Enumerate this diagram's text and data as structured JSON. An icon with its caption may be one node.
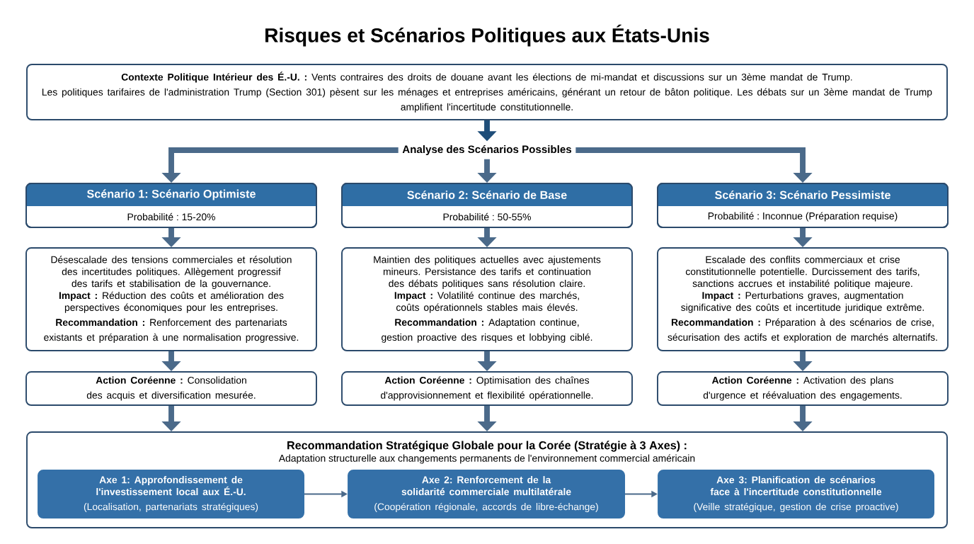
{
  "diagram": {
    "title": "Risques et Scénarios Politiques aux États-Unis",
    "nodes": [
      {
        "text": [
          "**Contexte Politique Intérieur des É.-U. :** Vents contraires des droits de douane avant les élections de mi-mandat et discussions sur un 3ème mandat de Trump.",
          "Les politiques tarifaires de l'administration Trump (Section 301) pèsent sur les ménages et entreprises américains, générant un retour de bâton politique. Les débats sur un 3ème mandat de Trump amplifient l'incertitude constitutionnelle."
        ]
      },
      {
        "text": [
          "Analyse des Scénarios Possibles"
        ]
      },
      {
        "text": [
          "Scénario 1: Scénario Optimiste",
          "Probabilité : 15-20%"
        ]
      },
      {
        "text": [
          "Désescalade des tensions commerciales et résolution des incertitudes politiques. Allègement progressif des tarifs et stabilisation de la gouvernance.",
          "**Impact :** Réduction des coûts et amélioration des perspectives économiques pour les entreprises.",
          "**Recommandation :** Renforcement des partenariats existants et préparation à une normalisation progressive."
        ]
      },
      {
        "text": [
          "**Action Coréenne :** Consolidation des acquis et diversification mesurée."
        ]
      },
      {
        "text": [
          "Scénario 2: Scénario de Base",
          "Probabilité : 50-55%"
        ]
      },
      {
        "text": [
          "Maintien des politiques actuelles avec ajustements mineurs. Persistance des tarifs et continuation des débats politiques sans résolution claire.",
          "**Impact :** Volatilité continue des marchés, coûts opérationnels stables mais élevés.",
          "**Recommandation :** Adaptation continue, gestion proactive des risques et lobbying ciblé."
        ]
      },
      {
        "text": [
          "**Action Coréenne :** Optimisation des chaînes d'approvisionnement et flexibilité opérationnelle."
        ]
      },
      {
        "text": [
          "Scénario 3: Scénario Pessimiste",
          "Probabilité : Inconnue (Préparation requise)"
        ]
      },
      {
        "text": [
          "Escalade des conflits commerciaux et crise constitutionnelle potentielle. Durcissement des tarifs, sanctions accrues et instabilité politique majeure.",
          "**Impact :** Perturbations graves, augmentation significative des coûts et incertitude juridique extrême.",
          "**Recommandation :** Préparation à des scénarios de crise, sécurisation des actifs et exploration de marchés alternatifs."
        ]
      },
      {
        "text": [
          "**Action Coréenne :** Activation des plans d'urgence et réévaluation des engagements."
        ]
      },
      {
        "text": [
          "Recommandation Stratégique Globale pour la Corée (Stratégie à 3 Axes) :",
          "Adaptation structurelle aux changements permanents de l'environnement commercial américain"
        ]
      },
      {
        "text": [
          "Axe 1: Approfondissement de l'investissement local aux É.-U.",
          "(Localisation, partenariats stratégiques)"
        ],
        "in": 11
      },
      {
        "text": [
          "Axe 2: Renforcement de la solidarité commerciale multilatérale",
          "(Coopération régionale, accords de libre-échange)"
        ],
        "in": 11
      },
      {
        "text": [
          "Axe 3: Planification de scénarios face à l'incertitude constitutionnelle",
          "(Veille stratégique, gestion de crise proactive)"
        ],
        "in": 11
      }
    ],
    "edges": [
      {
        "from": 0,
        "to": 1,
        "arrow": "to",
        "color": "#1f4e79"
      },
      {
        "from": 1,
        "to": 2,
        "arrow": "to"
      },
      {
        "from": 1,
        "to": 5,
        "arrow": "to"
      },
      {
        "from": 1,
        "to": 8,
        "arrow": "to"
      },
      {
        "from": 2,
        "to": 3,
        "arrow": "to"
      },
      {
        "from": 3,
        "to": 4,
        "arrow": "to"
      },
      {
        "from": 5,
        "to": 6,
        "arrow": "to"
      },
      {
        "from": 6,
        "to": 7,
        "arrow": "to"
      },
      {
        "from": 8,
        "to": 9,
        "arrow": "to"
      },
      {
        "from": 9,
        "to": 10,
        "arrow": "to"
      },
      {
        "from": 4,
        "to": 11,
        "arrow": "to"
      },
      {
        "from": 7,
        "to": 11,
        "arrow": "to"
      },
      {
        "from": 10,
        "to": 11,
        "arrow": "to"
      },
      {
        "from": 12,
        "to": 13,
        "arrow": "to"
      },
      {
        "from": 13,
        "to": 14,
        "arrow": "to"
      }
    ]
  }
}
